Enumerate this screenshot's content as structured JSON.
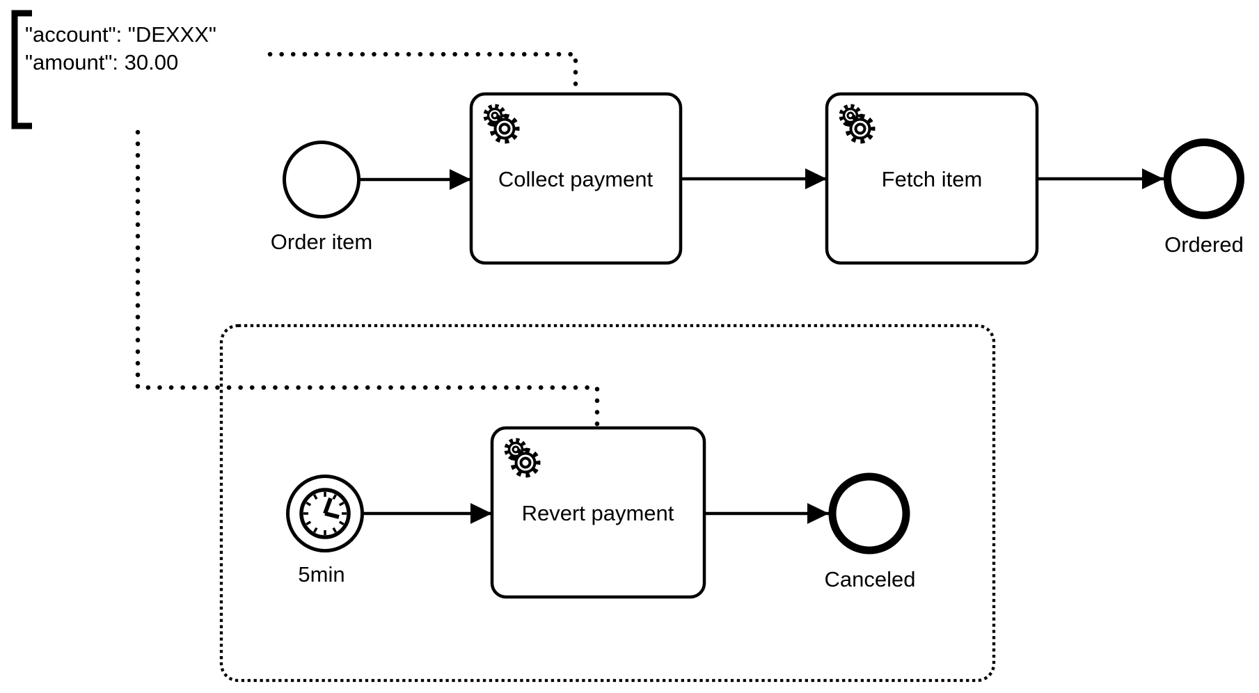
{
  "colors": {
    "stroke": "#000000",
    "canvas": "#ffffff"
  },
  "annotation": {
    "line1": "\"account\": \"DEXXX\"",
    "line2": "\"amount\": 30.00"
  },
  "main_flow": {
    "start_event": {
      "label": "Order item",
      "type": "start-event"
    },
    "tasks": [
      {
        "label": "Collect payment",
        "type": "service-task",
        "icon": "gear-icon"
      },
      {
        "label": "Fetch item",
        "type": "service-task",
        "icon": "gear-icon"
      }
    ],
    "end_event": {
      "label": "Ordered",
      "type": "end-event"
    }
  },
  "event_subprocess": {
    "timer_event": {
      "label": "5min",
      "type": "timer-start-event",
      "icon": "clock-icon"
    },
    "task": {
      "label": "Revert payment",
      "type": "service-task",
      "icon": "gear-icon"
    },
    "end_event": {
      "label": "Canceled",
      "type": "end-event"
    }
  }
}
